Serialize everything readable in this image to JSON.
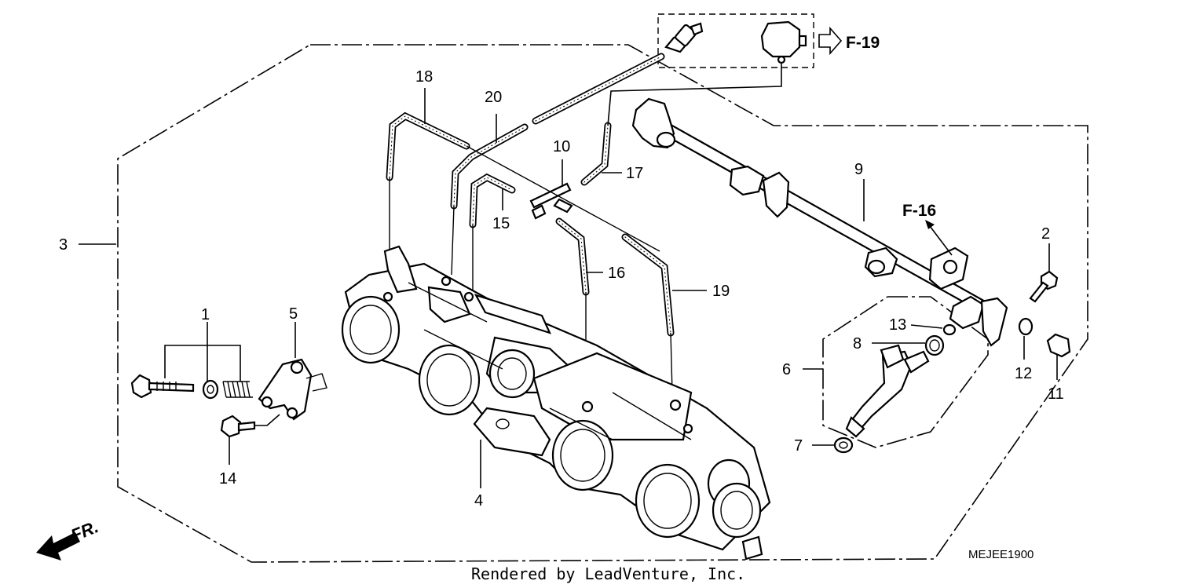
{
  "callouts": {
    "c1": "1",
    "c2": "2",
    "c3": "3",
    "c4": "4",
    "c5": "5",
    "c6": "6",
    "c7": "7",
    "c8": "8",
    "c9": "9",
    "c10": "10",
    "c11": "11",
    "c12": "12",
    "c13": "13",
    "c14": "14",
    "c15": "15",
    "c16": "16",
    "c17": "17",
    "c18": "18",
    "c19": "19",
    "c20": "20"
  },
  "references": {
    "f19": "F-19",
    "f16": "F-16"
  },
  "front_label": "FR.",
  "diagram_code": "MEJEE1900",
  "credit": "Rendered by LeadVenture, Inc."
}
